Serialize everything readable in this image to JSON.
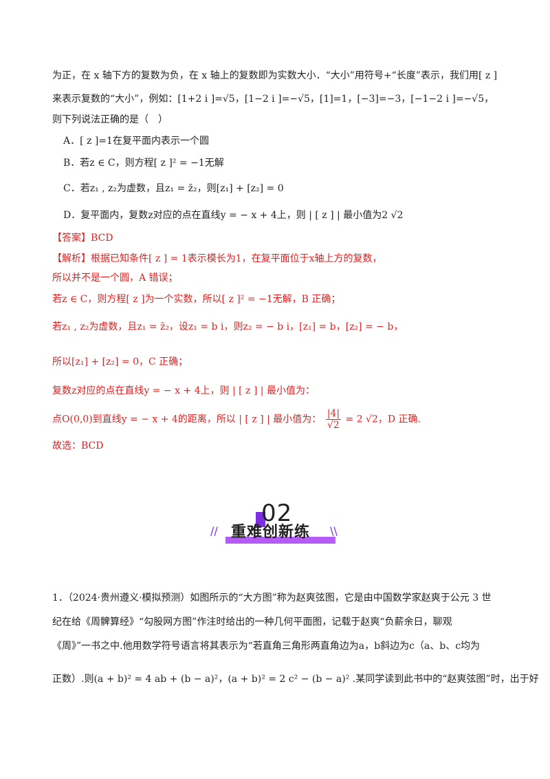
{
  "question_text": {
    "line1": "为正，在 x 轴下方的复数为负，在 x 轴上的复数即为实数大小．“大小”用符号+“长度”表示，我们用[ z ]",
    "line2": "来表示复数的“大小”，例如：[1+2 i ]=√5，[1−2 i ]=−√5，[1]=1，[−3]=−3，[−1−2 i ]=−√5，",
    "line3": "则下列说法正确的是（　）"
  },
  "options": [
    "A．[ z ]=1在复平面内表示一个圆",
    "B．若z ∈ C，则方程[ z ]² = −1无解",
    "C．若z₁ , z₂为虚数，且z₁ = z̄₂，则[z₁] + [z₂] = 0",
    "D．复平面内，复数z对应的点在直线y = − x + 4上，则 | [ z ] | 最小值为2 √2"
  ],
  "answer": {
    "tag": "【答案】",
    "value": "BCD"
  },
  "analysis": {
    "tag": "【解析】",
    "line1": "根据已知条件[ z ] = 1表示模长为1，在复平面位于x轴上方的复数，",
    "line2": "所以并不是一个圆，A 错误；",
    "line3": "若z ∈ C，则方程[ z ]为一个实数，所以[ z ]² = −1无解，B 正确；",
    "line4": "若z₁ , z₂为虚数，且z₁ = z̄₂，设z₁ = b i，则z₂ = − b i，[z₁] = b，[z₂] = − b，",
    "line5": "所以[z₁] + [z₂] = 0，C 正确；",
    "line6": "复数z对应的点在直线y = − x + 4上，则 | [ z ] | 最小值为：",
    "line7_pre": "点O(0,0)到直线y = − x + 4的距离，所以 | [ z ] | 最小值为：",
    "frac_num": "|4|",
    "frac_den": "√2",
    "line7_post": "= 2 √2，D 正确.",
    "conclusion": "故选：BCD"
  },
  "section": {
    "number": "02",
    "title": "重难创新练",
    "left_mark": "//",
    "right_mark": "\\\\"
  },
  "problem1": {
    "line1": "1．（2024·贵州遵义·模拟预测）如图所示的“大方图”称为赵爽弦图，它是由中国数学家赵爽于公元 3 世",
    "line2": "纪在给《周髀算经》“勾股网方图”作注时给出的一种几何平面图，记载于赵爽“负薪余日，聊观",
    "line3": "《周》”一书之中.他用数学符号语言将其表示为“若直角三角形两直角边为a，b斜边为c（a、b、c均为",
    "line4": "正数）.则(a + b)² = 4 ab + (b − a)²，(a + b)² = 2 c² − (b − a)² .某同学读到此书中的“赵爽弦图”时，出于好"
  }
}
